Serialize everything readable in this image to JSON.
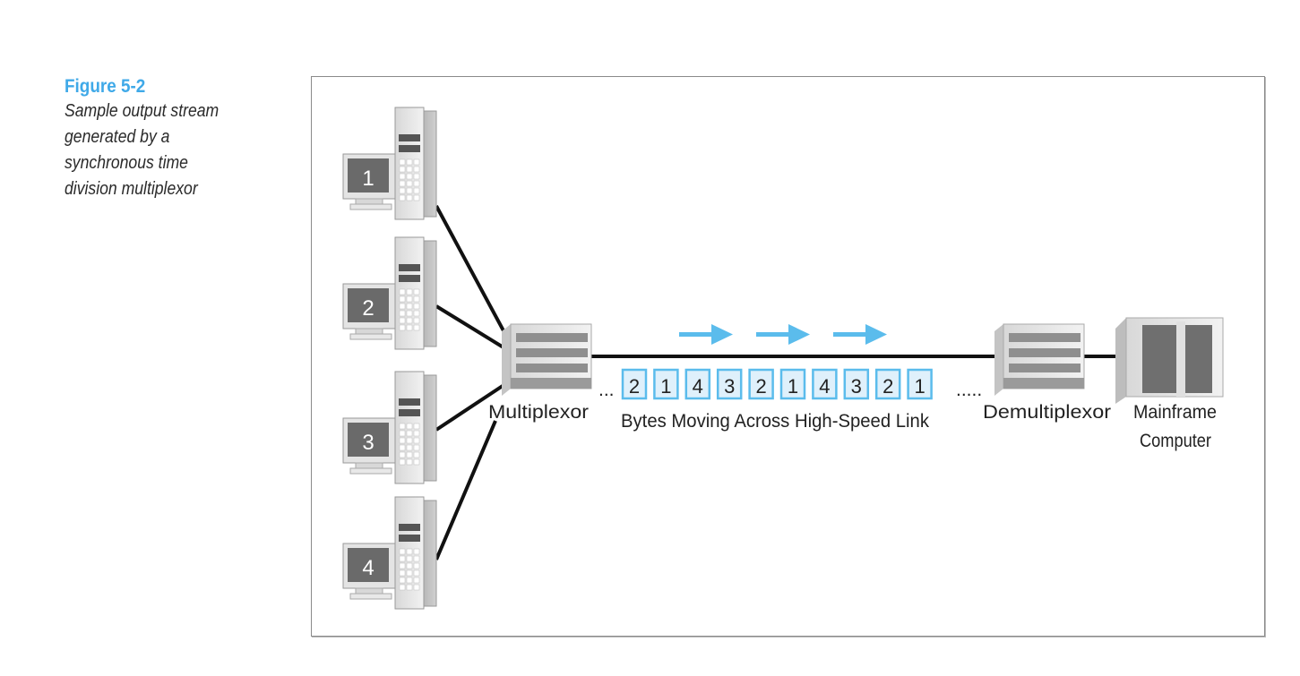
{
  "caption": {
    "figure_number": "Figure 5-2",
    "lines": [
      "Sample output stream",
      "generated by a",
      "synchronous time",
      "division multiplexor"
    ]
  },
  "terminals": [
    {
      "id": "1",
      "label": "1"
    },
    {
      "id": "2",
      "label": "2"
    },
    {
      "id": "3",
      "label": "3"
    },
    {
      "id": "4",
      "label": "4"
    }
  ],
  "multiplexor": {
    "label": "Multiplexor"
  },
  "demultiplexor": {
    "label": "Demultiplexor"
  },
  "mainframe": {
    "label_line1": "Mainframe",
    "label_line2": "Computer"
  },
  "link": {
    "label": "Bytes Moving Across High-Speed Link",
    "leading_ellipsis": "...",
    "trailing_ellipsis": ".....",
    "bytes": [
      "2",
      "1",
      "4",
      "3",
      "2",
      "1",
      "4",
      "3",
      "2",
      "1"
    ],
    "direction_arrows": 3
  },
  "colors": {
    "accent_blue": "#5bbcec",
    "byte_fill": "#dff0fb",
    "byte_border": "#5bbcec",
    "figure_number": "#3fa9e8",
    "line": "#111111"
  }
}
